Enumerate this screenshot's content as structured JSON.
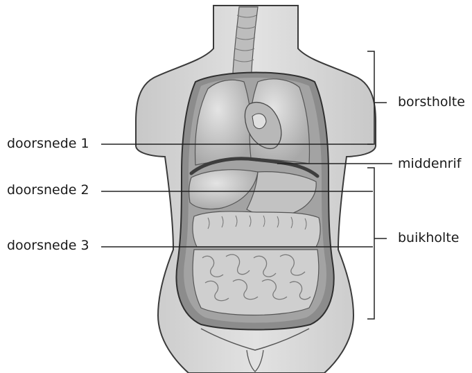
{
  "labels": {
    "section_1": "doorsnede 1",
    "section_2": "doorsnede 2",
    "section_3": "doorsnede 3",
    "chest_cavity": "borstholte",
    "diaphragm": "middenrif",
    "abdominal_cavity": "buikholte"
  },
  "colors": {
    "skin": "#d9d9d9",
    "skin_outline": "#3a3a3a",
    "cavity": "#8c8c8c",
    "organ_light": "#c4c4c4",
    "organ_mid": "#b0b0b0",
    "intestine": "#cfcfcf",
    "diaphragm": "#4a4a4a",
    "line": "#222222"
  }
}
